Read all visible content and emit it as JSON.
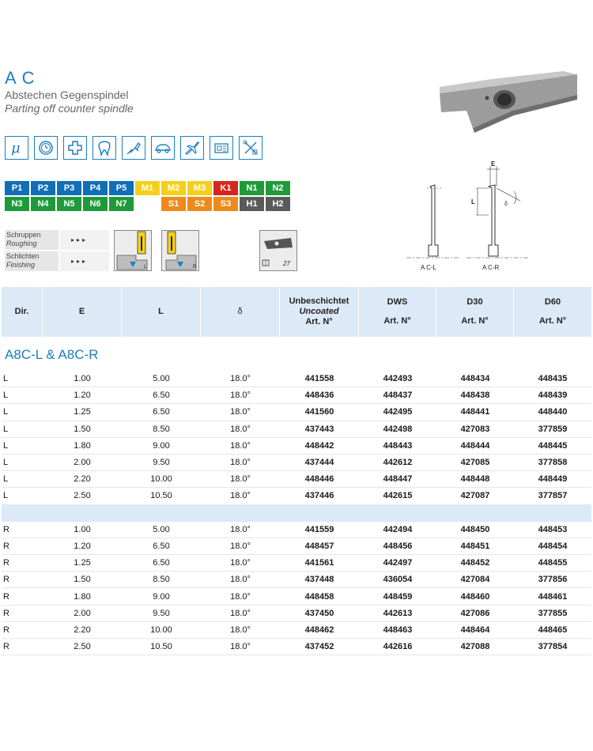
{
  "header": {
    "title": "A C",
    "subtitle_de": "Abstechen Gegenspindel",
    "subtitle_en": "Parting off counter spindle"
  },
  "icons": [
    "micro-icon",
    "watch-icon",
    "medical-cross-icon",
    "tooth-icon",
    "connector-icon",
    "car-icon",
    "airplane-icon",
    "electronics-icon",
    "tools-icon"
  ],
  "materials": {
    "row1": [
      {
        "label": "P1",
        "color": "#0f6fb7"
      },
      {
        "label": "P2",
        "color": "#0f6fb7"
      },
      {
        "label": "P3",
        "color": "#0f6fb7"
      },
      {
        "label": "P4",
        "color": "#0f6fb7"
      },
      {
        "label": "P5",
        "color": "#0f6fb7"
      },
      {
        "label": "M1",
        "color": "#f4d01c"
      },
      {
        "label": "M2",
        "color": "#f4d01c"
      },
      {
        "label": "M3",
        "color": "#f4d01c"
      },
      {
        "label": "K1",
        "color": "#d7261e"
      },
      {
        "label": "N1",
        "color": "#1f9a3a"
      },
      {
        "label": "N2",
        "color": "#1f9a3a"
      }
    ],
    "row2": [
      {
        "label": "N3",
        "color": "#1f9a3a"
      },
      {
        "label": "N4",
        "color": "#1f9a3a"
      },
      {
        "label": "N5",
        "color": "#1f9a3a"
      },
      {
        "label": "N6",
        "color": "#1f9a3a"
      },
      {
        "label": "N7",
        "color": "#1f9a3a"
      },
      {
        "label": "",
        "color": ""
      },
      {
        "label": "S1",
        "color": "#ee8a1c"
      },
      {
        "label": "S2",
        "color": "#ee8a1c"
      },
      {
        "label": "S3",
        "color": "#ee8a1c"
      },
      {
        "label": "H1",
        "color": "#5a5a5a"
      },
      {
        "label": "H2",
        "color": "#5a5a5a"
      }
    ]
  },
  "operations": {
    "roughing_de": "Schruppen",
    "roughing_en": "Roughing",
    "finishing_de": "Schlichten",
    "finishing_en": "Finishing",
    "arrows": "▸▸▸"
  },
  "symbols": {
    "left": "L",
    "right": "R",
    "ref_page": "27"
  },
  "drawing": {
    "dim_e": "E",
    "dim_l": "L",
    "dim_delta": "δ",
    "label_left": "A C-L",
    "label_right": "A C-R"
  },
  "table": {
    "headers": {
      "dir": "Dir.",
      "e": "E",
      "l": "L",
      "delta": "δ",
      "uncoated_de": "Unbeschichtet",
      "uncoated_en": "Uncoated",
      "uncoated_art": "Art. N°",
      "dws": "DWS",
      "dws_art": "Art. N°",
      "d30": "D30",
      "d30_art": "Art. N°",
      "d60": "D60",
      "d60_art": "Art. N°"
    },
    "section_title": "A8C-L & A8C-R",
    "rows_l": [
      [
        "L",
        "1.00",
        "5.00",
        "18.0°",
        "441558",
        "442493",
        "448434",
        "448435"
      ],
      [
        "L",
        "1.20",
        "6.50",
        "18.0°",
        "448436",
        "448437",
        "448438",
        "448439"
      ],
      [
        "L",
        "1.25",
        "6.50",
        "18.0°",
        "441560",
        "442495",
        "448441",
        "448440"
      ],
      [
        "L",
        "1.50",
        "8.50",
        "18.0°",
        "437443",
        "442498",
        "427083",
        "377859"
      ],
      [
        "L",
        "1.80",
        "9.00",
        "18.0°",
        "448442",
        "448443",
        "448444",
        "448445"
      ],
      [
        "L",
        "2.00",
        "9.50",
        "18.0°",
        "437444",
        "442612",
        "427085",
        "377858"
      ],
      [
        "L",
        "2.20",
        "10.00",
        "18.0°",
        "448446",
        "448447",
        "448448",
        "448449"
      ],
      [
        "L",
        "2.50",
        "10.50",
        "18.0°",
        "437446",
        "442615",
        "427087",
        "377857"
      ]
    ],
    "rows_r": [
      [
        "R",
        "1.00",
        "5.00",
        "18.0°",
        "441559",
        "442494",
        "448450",
        "448453"
      ],
      [
        "R",
        "1.20",
        "6.50",
        "18.0°",
        "448457",
        "448456",
        "448451",
        "448454"
      ],
      [
        "R",
        "1.25",
        "6.50",
        "18.0°",
        "441561",
        "442497",
        "448452",
        "448455"
      ],
      [
        "R",
        "1.50",
        "8.50",
        "18.0°",
        "437448",
        "436054",
        "427084",
        "377856"
      ],
      [
        "R",
        "1.80",
        "9.00",
        "18.0°",
        "448458",
        "448459",
        "448460",
        "448461"
      ],
      [
        "R",
        "2.00",
        "9.50",
        "18.0°",
        "437450",
        "442613",
        "427086",
        "377855"
      ],
      [
        "R",
        "2.20",
        "10.00",
        "18.0°",
        "448462",
        "448463",
        "448464",
        "448465"
      ],
      [
        "R",
        "2.50",
        "10.50",
        "18.0°",
        "437452",
        "442616",
        "427088",
        "377854"
      ]
    ]
  }
}
